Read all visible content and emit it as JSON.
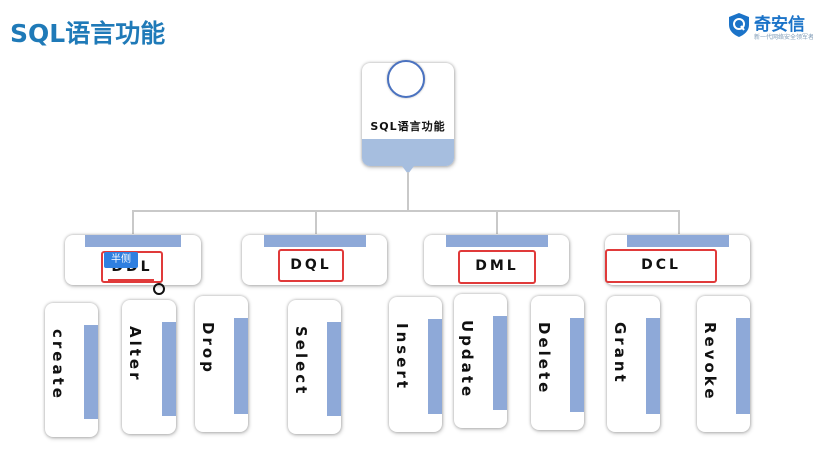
{
  "page": {
    "title": "SQL语言功能"
  },
  "brand": {
    "name": "奇安信",
    "slogan": "新一代网络安全领军者"
  },
  "root": {
    "label": "SQL语言功能"
  },
  "categories": {
    "ddl": {
      "label": "DDL"
    },
    "dql": {
      "label": "DQL"
    },
    "dml": {
      "label": "DML"
    },
    "dcl": {
      "label": "DCL"
    }
  },
  "leaves": {
    "create": "create",
    "alter": "Alter",
    "drop": "Drop",
    "select": "Select",
    "insert": "Insert",
    "update": "Update",
    "delete": "Delete",
    "grant": "Grant",
    "revoke": "Revoke"
  },
  "overlay": {
    "badge": "半侧"
  },
  "colors": {
    "title": "#1f7ab8",
    "accent_bar": "#8ea9d8",
    "highlight": "#e03a3a",
    "brand": "#1b73c8"
  }
}
